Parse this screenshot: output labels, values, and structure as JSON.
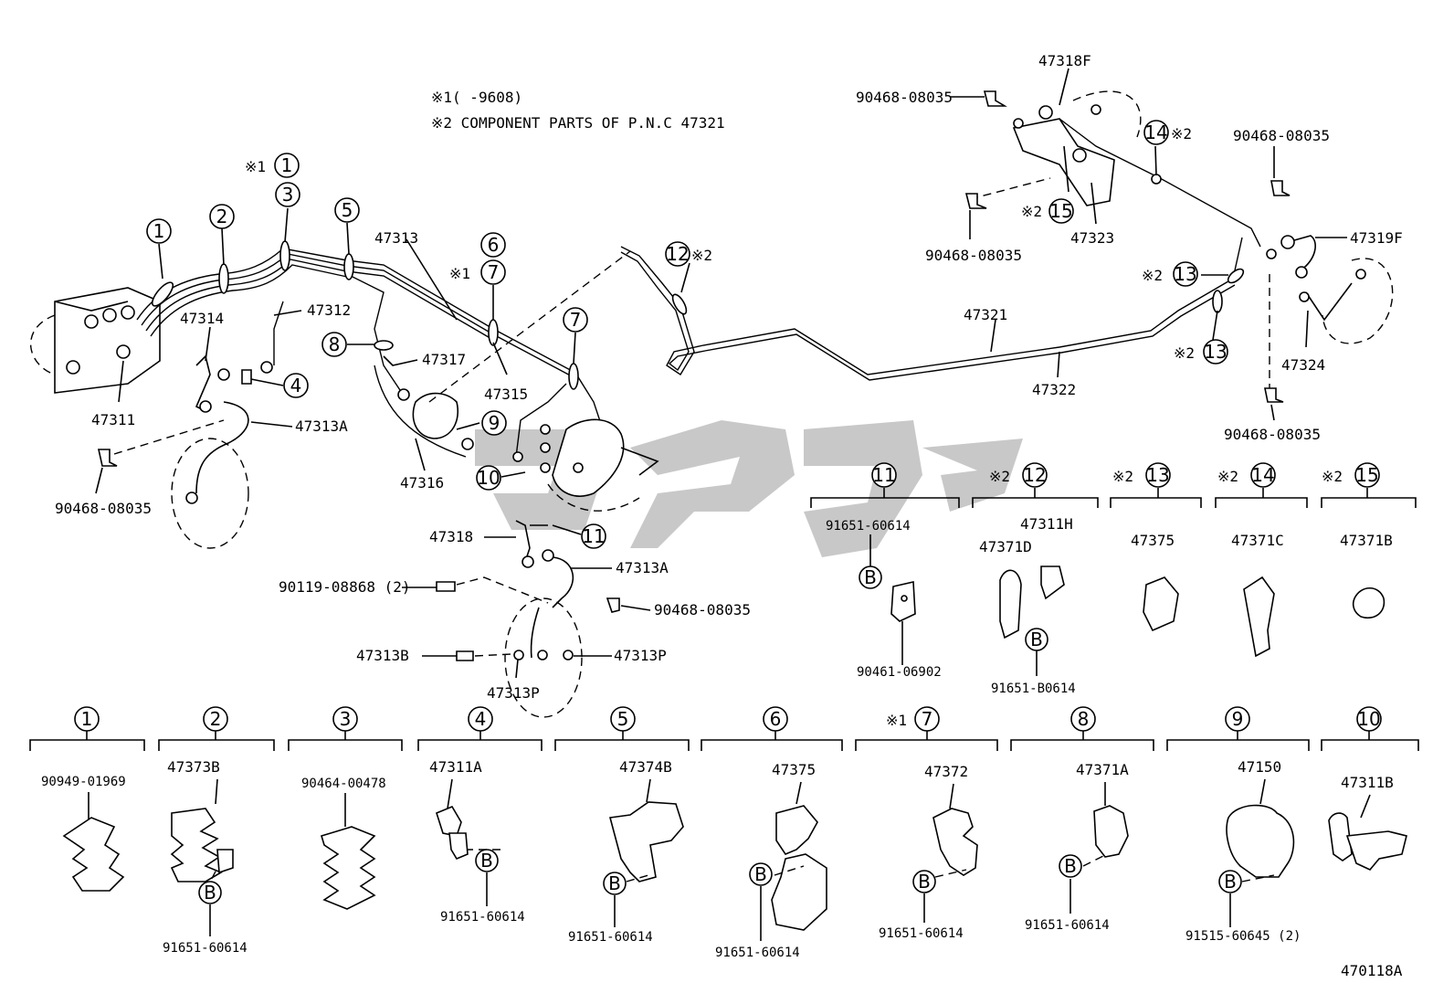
{
  "notes": {
    "note1": "※1(    -9608)",
    "note2": "※2 COMPONENT PARTS OF P.N.C 47321"
  },
  "callouts": {
    "c1": "1",
    "c2": "2",
    "c3": "3",
    "c4": "4",
    "c5": "5",
    "c6": "6",
    "c7": "7",
    "c8": "8",
    "c9": "9",
    "c10": "10",
    "c11": "11",
    "c12": "12",
    "c13": "13",
    "c14": "14",
    "c15": "15",
    "x1": "※1",
    "x2": "※2"
  },
  "labels": {
    "p47311": "47311",
    "p47312": "47312",
    "p47313": "47313",
    "p47313A": "47313A",
    "p47313B": "47313B",
    "p47313P": "47313P",
    "p47314": "47314",
    "p47315": "47315",
    "p47316": "47316",
    "p47317": "47317",
    "p47318": "47318",
    "p47318F": "47318F",
    "p47319F": "47319F",
    "p47321": "47321",
    "p47322": "47322",
    "p47323": "47323",
    "p47324": "47324",
    "p90468": "90468-08035",
    "p90119": "90119-08868 (2)"
  },
  "bottom_groups": [
    {
      "num": "1",
      "part": "90949-01969",
      "sub": ""
    },
    {
      "num": "2",
      "part": "47373B",
      "sub": "91651-60614"
    },
    {
      "num": "3",
      "part": "90464-00478",
      "sub": ""
    },
    {
      "num": "4",
      "part": "47311A",
      "sub": "91651-60614"
    },
    {
      "num": "5",
      "part": "47374B",
      "sub": "91651-60614"
    },
    {
      "num": "6",
      "part": "47375",
      "sub": "91651-60614"
    },
    {
      "num": "7",
      "part": "47372",
      "sub": "91651-60614"
    },
    {
      "num": "8",
      "part": "47371A",
      "sub": "91651-60614"
    },
    {
      "num": "9",
      "part": "47150",
      "sub": "91515-60645 (2)"
    },
    {
      "num": "10",
      "part": "47311B",
      "sub": ""
    }
  ],
  "right_groups": [
    {
      "num": "11",
      "part": "91651-60614",
      "sub": "90461-06902"
    },
    {
      "num": "12",
      "part": "47311H",
      "part2": "47371D",
      "sub": "91651-B0614"
    },
    {
      "num": "13",
      "part": "47375"
    },
    {
      "num": "14",
      "part": "47371C"
    },
    {
      "num": "15",
      "part": "47371B"
    }
  ],
  "b_letter": "B",
  "figure_id": "470118A"
}
